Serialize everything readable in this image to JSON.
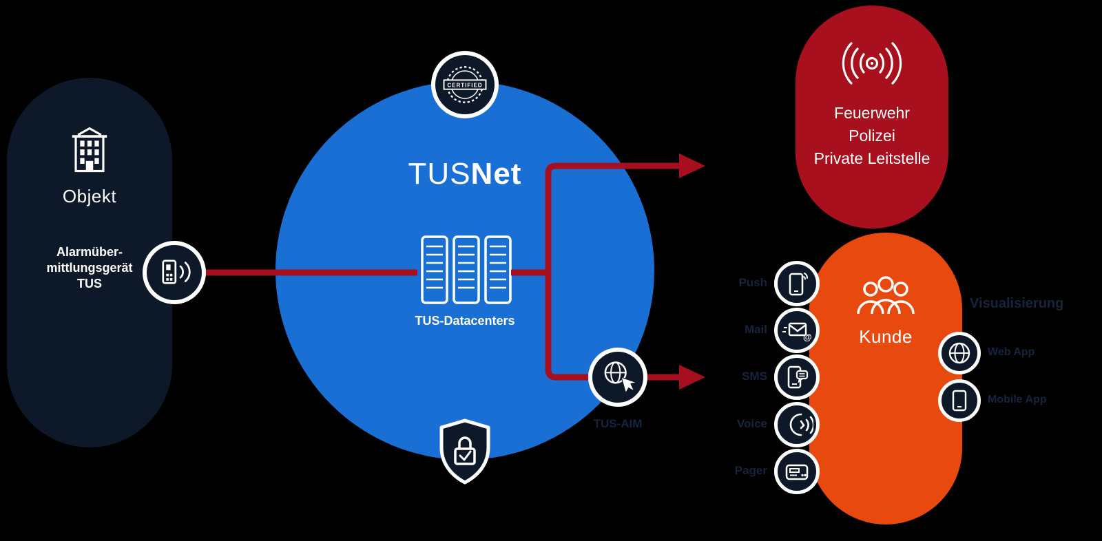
{
  "colors": {
    "background": "#000000",
    "navy": "#0d1828",
    "blue": "#1a6fd5",
    "red_line": "#a50f1e",
    "red_blob": "#a8101d",
    "orange": "#e8490f",
    "white": "#ffffff",
    "muted_label": "#16243d"
  },
  "object_node": {
    "title": "Objekt",
    "device_lines": [
      "Alarmüber-",
      "mittlungsgerät",
      "TUS"
    ],
    "icon": "building-icon",
    "device_icon": "alarm-transmitter-icon"
  },
  "tusnet": {
    "title_light": "TUS",
    "title_bold": "Net",
    "datacenters": "TUS-Datacenters",
    "certified": "CERTIFIED",
    "badge_icon": "certified-stamp-icon",
    "shield_icon": "security-shield-lock-icon",
    "servers_icon": "server-racks-icon"
  },
  "gateway": {
    "label": "TUS-AIM",
    "icon": "globe-cursor-icon"
  },
  "emergency": {
    "lines": [
      "Feuerwehr",
      "Polizei",
      "Private Leitstelle"
    ],
    "icon": "siren-signal-icon"
  },
  "customer": {
    "title": "Kunde",
    "icon": "people-group-icon"
  },
  "channels": [
    {
      "label": "Push",
      "icon": "smartphone-push-icon"
    },
    {
      "label": "Mail",
      "icon": "mail-icon"
    },
    {
      "label": "SMS",
      "icon": "sms-phone-icon"
    },
    {
      "label": "Voice",
      "icon": "voice-profile-icon"
    },
    {
      "label": "Pager",
      "icon": "pager-icon"
    }
  ],
  "visualization": {
    "title": "Visualisierung",
    "items": [
      {
        "label": "Web App",
        "icon": "globe-icon"
      },
      {
        "label": "Mobile App",
        "icon": "smartphone-icon"
      }
    ]
  }
}
